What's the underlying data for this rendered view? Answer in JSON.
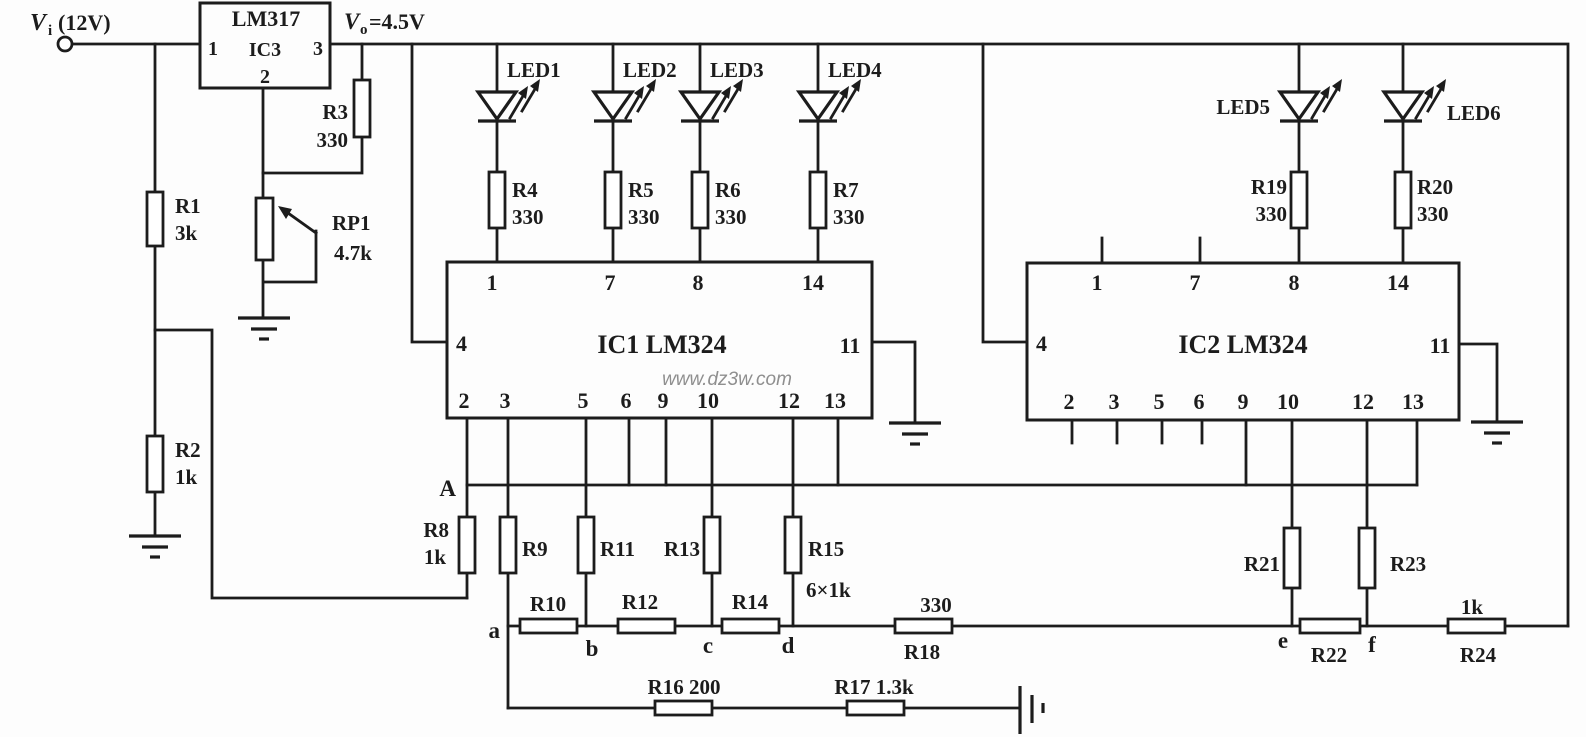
{
  "power": {
    "input_sym": "V",
    "input_sub": "i",
    "input_paren": "(12V)",
    "output_sym": "V",
    "output_sub": "o",
    "output_eq": "=4.5V"
  },
  "regulator": {
    "part": "LM317",
    "ref": "IC3",
    "pin1": "1",
    "pin3": "3",
    "pin2": "2"
  },
  "watermark": "www.dz3w.com",
  "ic1": {
    "label": "IC1 LM324",
    "pins_top": [
      "1",
      "7",
      "8",
      "14"
    ],
    "pin_left": "4",
    "pin_right": "11",
    "pins_bottom": [
      "2",
      "3",
      "5",
      "6",
      "9",
      "10",
      "12",
      "13"
    ]
  },
  "ic2": {
    "label": "IC2 LM324",
    "pins_top": [
      "1",
      "7",
      "8",
      "14"
    ],
    "pin_left": "4",
    "pin_right": "11",
    "pins_bottom": [
      "2",
      "3",
      "5",
      "6",
      "9",
      "10",
      "12",
      "13"
    ]
  },
  "leds": {
    "led1": "LED1",
    "led2": "LED2",
    "led3": "LED3",
    "led4": "LED4",
    "led5": "LED5",
    "led6": "LED6"
  },
  "resistors": {
    "r1": "R1",
    "r1_val": "3k",
    "r2": "R2",
    "r2_val": "1k",
    "r3": "R3",
    "r3_val": "330",
    "rp1": "RP1",
    "rp1_val": "4.7k",
    "r4": "R4",
    "r4_val": "330",
    "r5": "R5",
    "r5_val": "330",
    "r6": "R6",
    "r6_val": "330",
    "r7": "R7",
    "r7_val": "330",
    "r8": "R8",
    "r8_val": "1k",
    "r9": "R9",
    "r10": "R10",
    "r11": "R11",
    "r12": "R12",
    "r13": "R13",
    "r14": "R14",
    "r15": "R15",
    "r15_val": "6×1k",
    "r16": "R16 200",
    "r17": "R17 1.3k",
    "r18": "R18",
    "r18_val": "330",
    "r19": "R19",
    "r19_val": "330",
    "r20": "R20",
    "r20_val": "330",
    "r21": "R21",
    "r22": "R22",
    "r23": "R23",
    "r24": "R24",
    "r24_val": "1k"
  },
  "nodes": {
    "bus": "A",
    "a": "a",
    "b": "b",
    "c": "c",
    "d": "d",
    "e": "e",
    "f": "f"
  }
}
